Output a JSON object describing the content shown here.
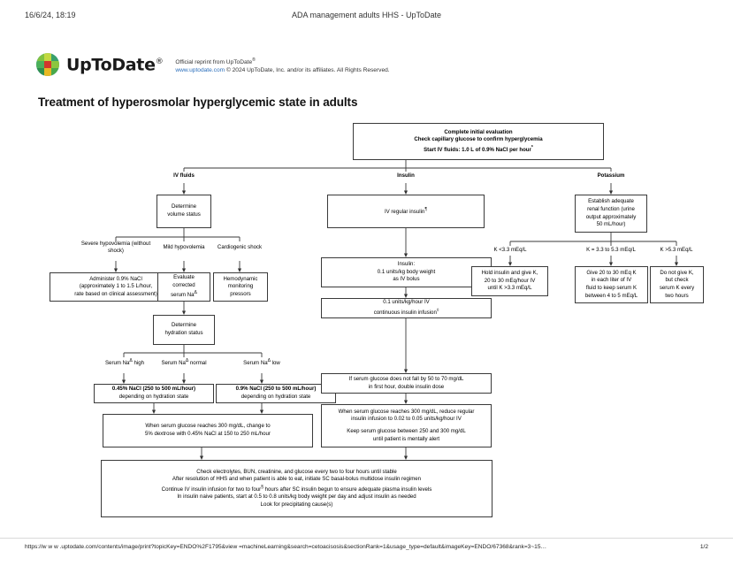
{
  "print_header": {
    "date": "16/6/24, 18:19",
    "document_title": "ADA management adults HHS - UpToDate"
  },
  "brand": {
    "logo_icon": "uptodate-logo-icon",
    "wordmark": "UpToDate",
    "wordmark_sup": "®",
    "reprint_line1": "Official reprint from UpToDate",
    "reprint_line1_sup": "®",
    "reprint_url": "www.uptodate.com",
    "reprint_line2": " © 2024 UpToDate, Inc. and/or its affiliates. All Rights Reserved."
  },
  "page_title": "Treatment of hyperosmolar hyperglycemic state in adults",
  "flowchart": {
    "title": "Treatment of hyperosmolar hyperglycemic state in adults",
    "root": {
      "line1": "Complete initial evaluation",
      "line2": "Check capillary glucose to confirm hyperglycemia",
      "line3": "Start IV fluids: 1.0 L of 0.9% NaCl per hour",
      "line3_sup": "*"
    },
    "branch_labels": {
      "iv_fluids": "IV fluids",
      "insulin": "Insulin",
      "potassium": "Potassium"
    },
    "iv_fluids": {
      "determine_volume": {
        "line1": "Determine",
        "line2": "volume status"
      },
      "volume_branches": [
        {
          "l1": "Severe",
          "l2": "hypovolemia",
          "l3": "(without shock)"
        },
        {
          "l1": "Mild",
          "l2": "hypovolemia",
          "l3": ""
        },
        {
          "l1": "Cardiogenic",
          "l2": "shock",
          "l3": ""
        }
      ],
      "severe_box": {
        "line1": "Administer 0.9% NaCl",
        "line2": "(approximately 1 to 1.5 L/hour,",
        "line3": "rate based on clinical assessment)"
      },
      "mild_box": {
        "line1": "Evaluate",
        "line2": "corrected",
        "line3": "serum Na",
        "line3_sup": "Δ"
      },
      "cardiogenic_box": {
        "line1": "Hemodynamic",
        "line2": "monitoring",
        "line3": "pressors"
      },
      "determine_hydration": {
        "line1": "Determine",
        "line2": "hydration status"
      },
      "na_branches": [
        {
          "l1": "Serum Na",
          "sup": "Δ",
          "l2": "high"
        },
        {
          "l1": "Serum Na",
          "sup": "Δ",
          "l2": "normal"
        },
        {
          "l1": "Serum Na",
          "sup": "Δ",
          "l2": "low"
        }
      ],
      "na_high_normal_box": {
        "line1": "0.45% NaCl (250 to 500 mL/hour)",
        "line2": "depending on hydration state"
      },
      "na_low_box": {
        "line1": "0.9% NaCl (250 to 500 mL/hour)",
        "line2": "depending on hydration state"
      },
      "dextrose_box": {
        "line1": "When serum glucose reaches 300 mg/dL, change to",
        "line2": "5% dextrose with 0.45% NaCl at 150 to 250 mL/hour"
      }
    },
    "insulin": {
      "iv_regular": {
        "text": "IV regular insulin",
        "sup": "¶"
      },
      "bolus_box": {
        "line1": "Insulin:",
        "line2": "0.1 units/kg body weight",
        "line3": "as IV bolus"
      },
      "infusion_box": {
        "line1": "0.1 units/kg/hour IV",
        "line2": "continuous insulin infusion",
        "line2_sup": "◊"
      },
      "double_dose_box": {
        "line1": "If serum glucose does not fall by 50 to 70 mg/dL",
        "line2": "in first hour, double insulin dose"
      },
      "reduce_box": {
        "line1": "When serum glucose reaches 300 mg/dL, reduce regular",
        "line2": "insulin infusion to 0.02 to 0.05 units/kg/hour IV",
        "line3": "Keep serum glucose between 250 and 300 mg/dL",
        "line4": "until patient is mentally alert"
      }
    },
    "potassium": {
      "renal_box": {
        "line1": "Establish adequate",
        "line2": "renal function (urine",
        "line3": "output approximately",
        "line4": "50 mL/hour)"
      },
      "k_branches": [
        {
          "label": "K <3.3 mEq/L"
        },
        {
          "label": "K = 3.3 to 5.3 mEq/L"
        },
        {
          "label": "K >5.3 mEq/L"
        }
      ],
      "low_k_box": {
        "line1": "Hold insulin and give K,",
        "line2": "20 to 30 mEq/hour IV",
        "line3": "until K >3.3 mEq/L"
      },
      "normal_k_box": {
        "line1": "Give 20 to 30 mEq K",
        "line2": "in each liter of IV",
        "line3": "fluid to keep serum K",
        "line4": "between 4 to 5 mEq/L"
      },
      "high_k_box": {
        "line1": "Do not give K,",
        "line2": "but check",
        "line3": "serum K every",
        "line4": "two hours"
      }
    },
    "summary_box": {
      "line1": "Check electrolytes, BUN, creatinine, and glucose every two to four hours until stable",
      "line2": "After resolution of HHS and when patient is able to eat, initiate SC basal-bolus multidose insulin regimen",
      "line3a": "Continue IV insulin infusion for two to four",
      "line3_sup": "§",
      "line3b": " hours after SC insulin begun to ensure adequate plasma insulin levels",
      "line4": "In insulin naive patients, start at 0.5 to 0.8 units/kg body weight per day and adjust insulin as needed",
      "line5": "Look for precipitating cause(s)"
    }
  },
  "footer": {
    "url": "https://w w w .uptodate.com/contents/image/print?topicKey=ENDO%2F1795&view =machineLearning&search=cetoacisosis&sectionRank=1&usage_type=default&imageKey=ENDO/67368&rank=3~15…",
    "page_number": "1/2"
  }
}
